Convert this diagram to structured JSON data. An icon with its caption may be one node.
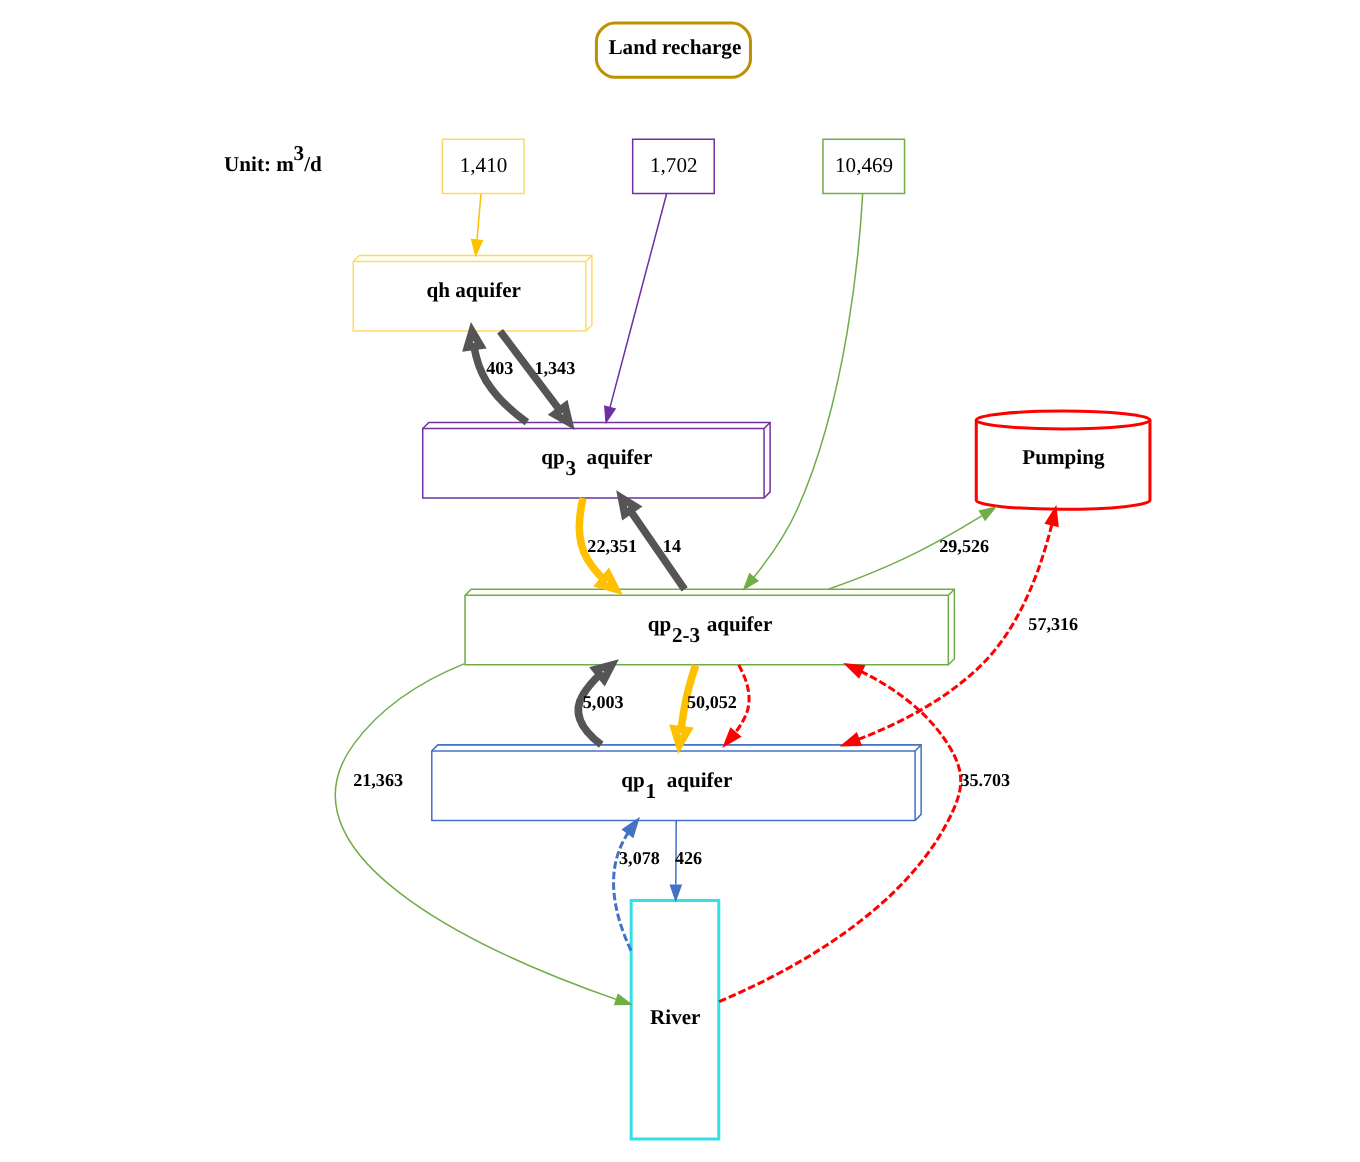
{
  "diagram": {
    "nodes": [
      {
        "text": [
          "Land recharge"
        ]
      },
      {
        "text": [
          "1,410"
        ]
      },
      {
        "text": [
          "1,702"
        ]
      },
      {
        "text": [
          "10,469"
        ]
      },
      {
        "text": [
          "qh aquifer"
        ]
      },
      {
        "text": [
          "qp$_{3}$ aquifer"
        ]
      },
      {
        "text": [
          "qp$_{2-3}$ aquifer"
        ]
      },
      {
        "text": [
          "qp$_{1}$ aquifer"
        ]
      },
      {
        "text": [
          "Pumping"
        ]
      },
      {
        "text": [
          "River"
        ]
      }
    ],
    "edges": [
      {
        "from": 1,
        "to": 4,
        "arrow": "to",
        "color": "#ffc000"
      },
      {
        "from": 2,
        "to": 5,
        "arrow": "to",
        "color": "#7030a0"
      },
      {
        "from": 3,
        "to": 6,
        "arrow": "to",
        "color": "#70ad47"
      },
      {
        "from": 5,
        "to": 4,
        "arrow": "to",
        "label": "403",
        "style": "thick"
      },
      {
        "from": 4,
        "to": 5,
        "arrow": "to",
        "label": "1,343",
        "style": "thick"
      },
      {
        "from": 6,
        "to": 5,
        "arrow": "to",
        "label": "14",
        "style": "thick"
      },
      {
        "from": 5,
        "to": 6,
        "arrow": "to",
        "label": "22,351",
        "style": "thick",
        "color": "#ffc000"
      },
      {
        "from": 6,
        "to": 8,
        "arrow": "to",
        "label": "29,526",
        "color": "#70ad47"
      },
      {
        "from": 6,
        "to": 9,
        "arrow": "to",
        "label": "21,363",
        "color": "#70ad47"
      },
      {
        "from": 9,
        "to": 6,
        "arrow": "to",
        "label": "35.703",
        "style": "dashed",
        "color": "#ff0000"
      },
      {
        "from": 7,
        "to": 6,
        "arrow": "to",
        "label": "5,003",
        "style": "thick"
      },
      {
        "from": 6,
        "to": 7,
        "arrow": "to",
        "label": "50,052",
        "style": "thick",
        "color": "#ffc000"
      },
      {
        "from": 6,
        "to": 7,
        "arrow": "to",
        "style": "dashed",
        "color": "#ff0000"
      },
      {
        "from": 7,
        "to": 8,
        "arrow": "both",
        "label": "57,316",
        "style": "dashed",
        "color": "#ff0000"
      },
      {
        "from": 7,
        "to": 9,
        "arrow": "to",
        "label": "426",
        "color": "#4472c4"
      },
      {
        "from": 9,
        "to": 7,
        "arrow": "to",
        "label": "3,078",
        "style": "dashed",
        "color": "#4472c4"
      }
    ],
    "labels": [
      "Unit: m$^{3}$/d"
    ]
  }
}
